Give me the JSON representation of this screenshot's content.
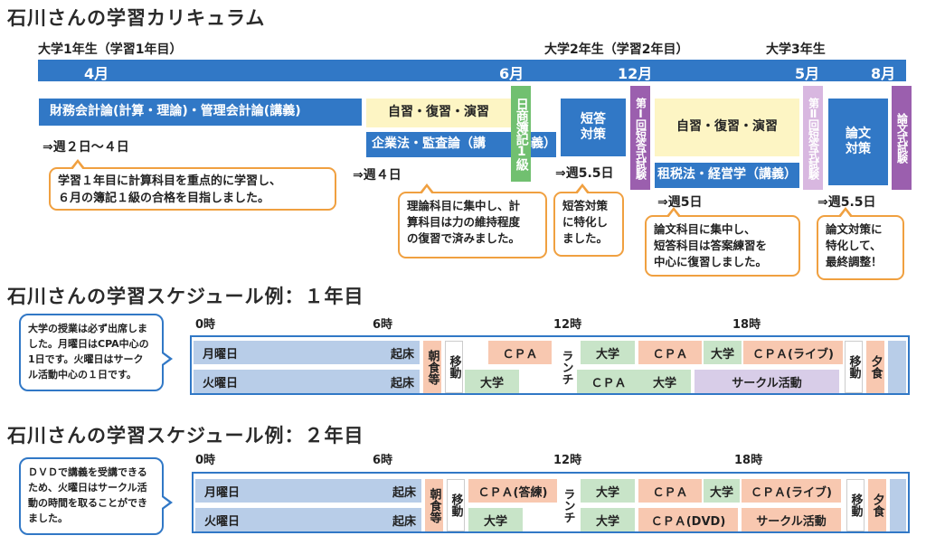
{
  "curriculum": {
    "title": "石川さんの学習カリキュラム",
    "year_labels": [
      "大学1年生（学習1年目）",
      "大学2年生（学習2年目）",
      "大学3年生"
    ],
    "months": [
      "4月",
      "6月",
      "12月",
      "5月",
      "8月"
    ],
    "blocks": {
      "accounting": "財務会計論(計算・理論)・管理会計論(講義)",
      "self_study_1": "自習・復習・演習",
      "corp_law": "企業法・監査論（講",
      "corp_law_end": "義）",
      "bookkeeping": "日商簿記1級",
      "short_answer": "短答\n対策",
      "exam_1": "第Ⅰ回短答式試験",
      "self_study_2": "自習・復習・演習",
      "tax_business": "租税法・経営学（講義）",
      "exam_2": "第Ⅱ回短答式試験",
      "essay_prep": "論文\n対策",
      "essay_exam": "論文式試験"
    },
    "periods": {
      "p1": "⇒週２日〜４日",
      "p2": "⇒週４日",
      "p3": "⇒週5.5日",
      "p4": "⇒週5日",
      "p5": "⇒週5.5日"
    },
    "notes": {
      "n1": "学習１年目に計算科目を重点的に学習し、\n６月の簿記１級の合格を目指しました。",
      "n2": "理論科目に集中し、計\n算科目は力の維持程度\nの復習で済みました。",
      "n3": "短答対策\nに特化し\nました。",
      "n4": "論文科目に集中し、\n短答科目は答案練習を\n中心に復習しました。",
      "n5": "論文対策に\n特化して、\n最終調整！"
    }
  },
  "schedule1": {
    "title": "石川さんの学習スケジュール例：１年目",
    "note": "大学の授業は必ず出席しま\nした。月曜日はCPA中心の\n1日です。火曜日はサーク\nル活動中心の１日です。",
    "ticks": [
      "0時",
      "6時",
      "12時",
      "18時"
    ],
    "monday": "月曜日",
    "tuesday": "火曜日",
    "wake": "起床",
    "breakfast": "朝食等",
    "move": "移動",
    "lunch": "ランチ",
    "move2": "移動",
    "dinner": "夕食",
    "mon_cpa1": "ＣＰＡ",
    "mon_univ1": "大学",
    "mon_cpa2": "ＣＰＡ",
    "mon_univ2": "大学",
    "mon_cpa3": "ＣＰＡ(ライブ)",
    "tue_univ1": "大学",
    "tue_cpa": "ＣＰＡ",
    "tue_univ2": "大学",
    "tue_club": "サークル活動"
  },
  "schedule2": {
    "title": "石川さんの学習スケジュール例：２年目",
    "note": "ＤＶＤで講義を受講できる\nため、火曜日はサークル活\n動の時間を取ることができ\nました。",
    "ticks": [
      "0時",
      "6時",
      "12時",
      "18時"
    ],
    "monday": "月曜日",
    "tuesday": "火曜日",
    "wake": "起床",
    "breakfast": "朝食等",
    "move": "移動",
    "lunch": "ランチ",
    "move2": "移動",
    "dinner": "夕食",
    "mon_cpa1": "ＣＰＡ(答練)",
    "mon_univ1": "大学",
    "mon_cpa2": "ＣＰＡ",
    "mon_univ2": "大学",
    "mon_cpa3": "ＣＰＡ(ライブ)",
    "tue_univ1": "大学",
    "tue_univ2": "大学",
    "tue_cpa": "ＣＰＡ(DVD)",
    "tue_club": "サークル活動"
  }
}
